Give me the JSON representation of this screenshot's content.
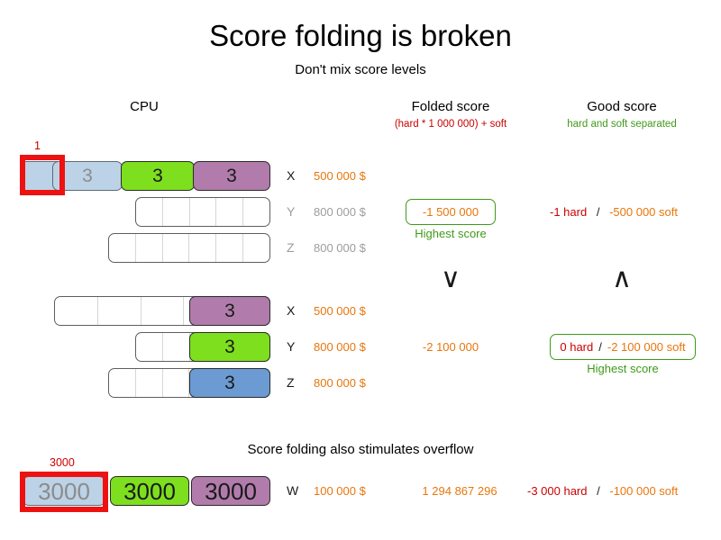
{
  "title": "Score folding is broken",
  "subtitle": "Don't mix score levels",
  "headers": {
    "cpu": "CPU",
    "folded": "Folded score",
    "folded_formula": "(hard * 1 000 000) + soft",
    "good": "Good score",
    "good_formula": "hard and soft separated"
  },
  "colors": {
    "orange": "#e8760c",
    "red": "#cc0000",
    "green": "#3f9a18",
    "gray": "#9d9d9d",
    "bar_blue_light": "#bcd2e6",
    "bar_green": "#7ddf1e",
    "bar_purple": "#b17cab",
    "bar_blue": "#6b9bd2",
    "highlight_red": "#ee1111"
  },
  "group1": {
    "overflow_label": "1",
    "rows": [
      {
        "letter": "X",
        "cpu_cost": "500 000 $",
        "active": true,
        "segments": [
          {
            "value": "3",
            "style": "blue-light"
          },
          {
            "value": "3",
            "style": "green"
          },
          {
            "value": "3",
            "style": "purple"
          }
        ],
        "empty_cells": 0,
        "folded": "",
        "good_hard": "",
        "good_sep": "",
        "good_soft": ""
      },
      {
        "letter": "Y",
        "cpu_cost": "800 000 $",
        "active": false,
        "segments": [],
        "empty_cells": 5,
        "folded": "-1 500 000",
        "folded_highlighted": true,
        "folded_badge": "Highest score",
        "good_hard": "-1 hard",
        "good_sep": "/",
        "good_soft": "-500 000 soft"
      },
      {
        "letter": "Z",
        "cpu_cost": "800 000 $",
        "active": false,
        "segments": [],
        "empty_cells": 6,
        "folded": "",
        "good_hard": "",
        "good_sep": "",
        "good_soft": ""
      }
    ]
  },
  "comparators": {
    "folded": "∨",
    "good": "∧"
  },
  "group2": {
    "rows": [
      {
        "letter": "X",
        "cpu_cost": "500 000 $",
        "active": true,
        "empty_cells": 5,
        "filled_value": "3",
        "filled_style": "purple",
        "folded": "",
        "good_hard": "",
        "good_sep": "",
        "good_soft": ""
      },
      {
        "letter": "Y",
        "cpu_cost": "800 000 $",
        "active": true,
        "empty_cells": 2,
        "filled_value": "3",
        "filled_style": "green",
        "folded": "-2 100 000",
        "good_hard": "0 hard",
        "good_sep": "/",
        "good_soft": "-2 100 000 soft",
        "good_highlighted": true,
        "good_badge": "Highest score"
      },
      {
        "letter": "Z",
        "cpu_cost": "800 000 $",
        "active": true,
        "empty_cells": 3,
        "filled_value": "3",
        "filled_style": "blue",
        "folded": "",
        "good_hard": "",
        "good_sep": "",
        "good_soft": ""
      }
    ]
  },
  "overflow": {
    "title": "Score folding also stimulates overflow",
    "overflow_label": "3000",
    "row": {
      "letter": "W",
      "cpu_cost": "100 000 $",
      "segments": [
        {
          "value": "3000",
          "style": "blue-light"
        },
        {
          "value": "3000",
          "style": "green"
        },
        {
          "value": "3000",
          "style": "purple"
        }
      ],
      "folded": "1 294 867 296",
      "good_hard": "-3 000 hard",
      "good_sep": "/",
      "good_soft": "-100 000 soft"
    }
  }
}
